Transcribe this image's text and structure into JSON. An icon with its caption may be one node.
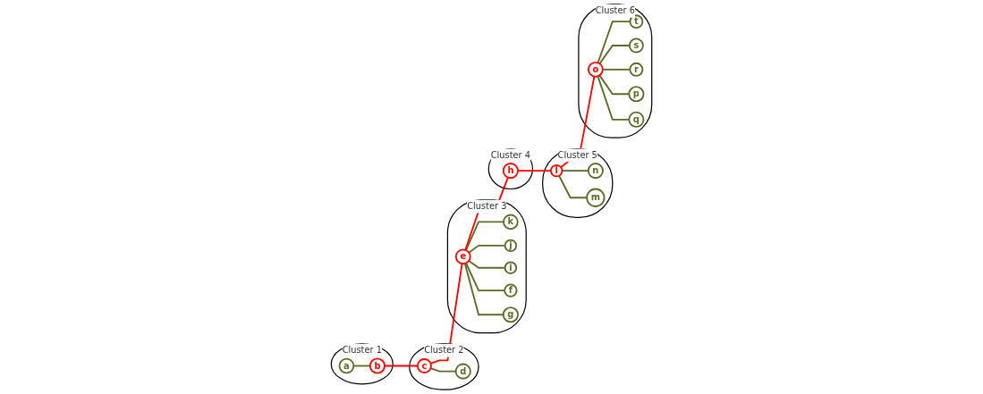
{
  "diagram": {
    "nodes": [
      {
        "text": [
          "Cluster 1"
        ]
      },
      {
        "text": [
          "a"
        ],
        "in": 0
      },
      {
        "text": [
          "b"
        ],
        "in": 0
      },
      {
        "text": [
          "Cluster 2"
        ]
      },
      {
        "text": [
          "c"
        ],
        "in": 3
      },
      {
        "text": [
          "d"
        ],
        "in": 3
      },
      {
        "text": [
          "Cluster 3"
        ]
      },
      {
        "text": [
          "k"
        ],
        "in": 6
      },
      {
        "text": [
          "j"
        ],
        "in": 6
      },
      {
        "text": [
          "i"
        ],
        "in": 6
      },
      {
        "text": [
          "e"
        ],
        "in": 6
      },
      {
        "text": [
          "f"
        ],
        "in": 6
      },
      {
        "text": [
          "g"
        ],
        "in": 6
      },
      {
        "text": [
          "Cluster 4"
        ]
      },
      {
        "text": [
          "h"
        ],
        "in": 13
      },
      {
        "text": [
          "Cluster 5"
        ]
      },
      {
        "text": [
          "n"
        ],
        "in": 15
      },
      {
        "text": [
          "l"
        ],
        "in": 15
      },
      {
        "text": [
          "m"
        ],
        "in": 15
      },
      {
        "text": [
          "Cluster 6"
        ]
      },
      {
        "text": [
          "t"
        ],
        "in": 19
      },
      {
        "text": [
          "s"
        ],
        "in": 19
      },
      {
        "text": [
          "o"
        ],
        "in": 19
      },
      {
        "text": [
          "r"
        ],
        "in": 19
      },
      {
        "text": [
          "p"
        ],
        "in": 19
      },
      {
        "text": [
          "q"
        ],
        "in": 19
      }
    ],
    "edges": [
      {
        "from": 1,
        "to": 2,
        "arrow": "none"
      },
      {
        "from": 2,
        "to": 4,
        "arrow": "none",
        "color": "#ff0000"
      },
      {
        "from": 4,
        "to": 5,
        "arrow": "none"
      },
      {
        "from": 4,
        "to": 10,
        "arrow": "none",
        "color": "#ff0000"
      },
      {
        "from": 10,
        "to": 7,
        "arrow": "none"
      },
      {
        "from": 10,
        "to": 8,
        "arrow": "none"
      },
      {
        "from": 10,
        "to": 9,
        "arrow": "none"
      },
      {
        "from": 10,
        "to": 11,
        "arrow": "none"
      },
      {
        "from": 10,
        "to": 12,
        "arrow": "none"
      },
      {
        "from": 10,
        "to": 14,
        "arrow": "none",
        "color": "#ff0000"
      },
      {
        "from": 14,
        "to": 17,
        "arrow": "none",
        "color": "#ff0000"
      },
      {
        "from": 17,
        "to": 16,
        "arrow": "none"
      },
      {
        "from": 17,
        "to": 18,
        "arrow": "none"
      },
      {
        "from": 17,
        "to": 22,
        "arrow": "none",
        "color": "#ff0000"
      },
      {
        "from": 22,
        "to": 20,
        "arrow": "none"
      },
      {
        "from": 22,
        "to": 21,
        "arrow": "none"
      },
      {
        "from": 22,
        "to": 23,
        "arrow": "none"
      },
      {
        "from": 22,
        "to": 24,
        "arrow": "none"
      },
      {
        "from": 22,
        "to": 25,
        "arrow": "none"
      }
    ]
  }
}
